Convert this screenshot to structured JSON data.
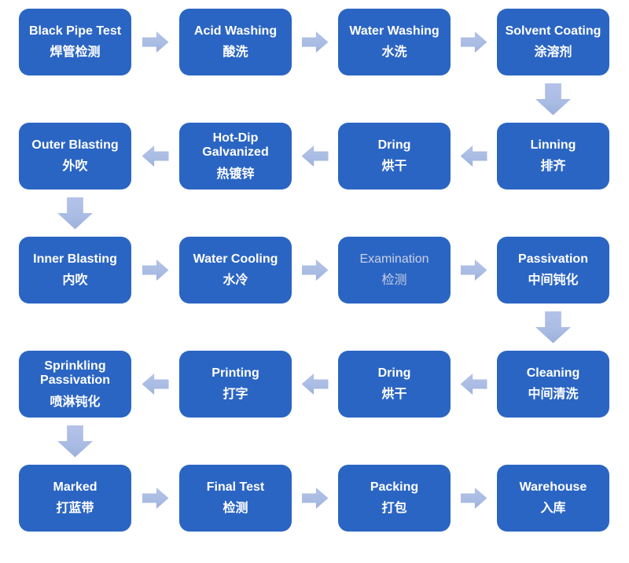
{
  "colors": {
    "box": "#2b65c3",
    "arrow": "#a9bce3",
    "text": "#ffffff",
    "text_muted": "#c9d1e6"
  },
  "rows": [
    {
      "flow": "right",
      "boxes": [
        {
          "en": "Black Pipe Test",
          "zh": "焊管检测"
        },
        {
          "en": "Acid Washing",
          "zh": "酸洗"
        },
        {
          "en": "Water Washing",
          "zh": "水洗"
        },
        {
          "en": "Solvent Coating",
          "zh": "涂溶剂"
        }
      ]
    },
    {
      "flow": "left",
      "boxes": [
        {
          "en": "Outer Blasting",
          "zh": "外吹"
        },
        {
          "en": "Hot-Dip Galvanized",
          "zh": "热镀锌"
        },
        {
          "en": "Dring",
          "zh": "烘干"
        },
        {
          "en": "Linning",
          "zh": "排齐"
        }
      ]
    },
    {
      "flow": "right",
      "boxes": [
        {
          "en": "Inner Blasting",
          "zh": "内吹"
        },
        {
          "en": "Water Cooling",
          "zh": "水冷"
        },
        {
          "en": "Examination",
          "zh": "检测",
          "muted": true
        },
        {
          "en": "Passivation",
          "zh": "中间钝化"
        }
      ]
    },
    {
      "flow": "left",
      "boxes": [
        {
          "en": "Sprinkling Passivation",
          "zh": "喷淋钝化"
        },
        {
          "en": "Printing",
          "zh": "打字"
        },
        {
          "en": "Dring",
          "zh": "烘干"
        },
        {
          "en": "Cleaning",
          "zh": "中间清洗"
        }
      ]
    },
    {
      "flow": "right",
      "boxes": [
        {
          "en": "Marked",
          "zh": "打蓝带"
        },
        {
          "en": "Final Test",
          "zh": "检测"
        },
        {
          "en": "Packing",
          "zh": "打包"
        },
        {
          "en": "Warehouse",
          "zh": "入库"
        }
      ]
    }
  ]
}
